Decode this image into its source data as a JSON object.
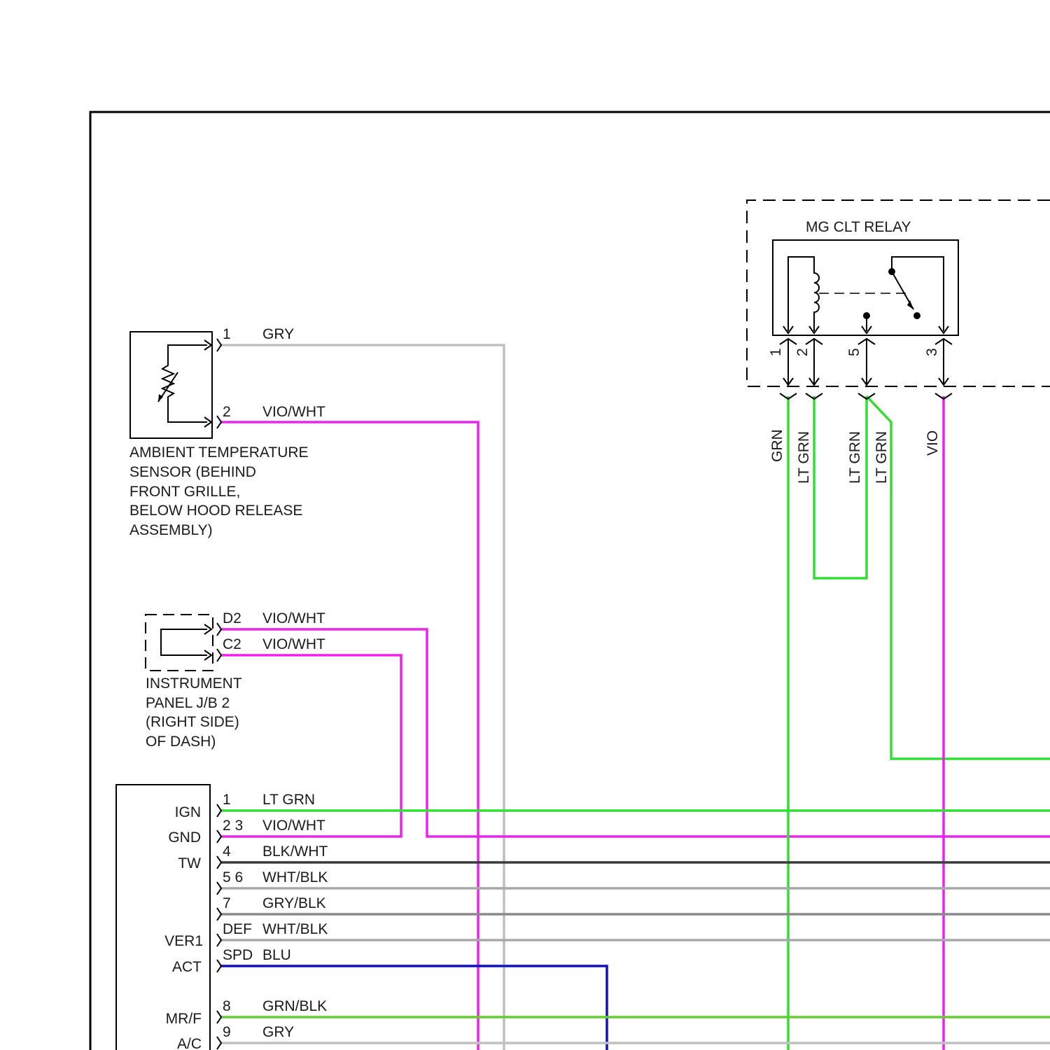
{
  "colors": {
    "gry": "#c0c0c0",
    "vio": "#ee22ee",
    "lt_grn": "#33dd33",
    "blk_wht": "#3a3a3a",
    "wht_blk": "#a8a8a8",
    "gry_blk": "#8a8a8a",
    "blu": "#1111bb",
    "grn_blk": "#66cc33"
  },
  "relay": {
    "title": "MG CLT RELAY",
    "pins": [
      "1",
      "2",
      "5",
      "3"
    ],
    "wire_labels": [
      "GRN",
      "LT GRN",
      "LT GRN",
      "LT GRN",
      "VIO"
    ]
  },
  "ambient_sensor": {
    "pins": [
      "1",
      "2"
    ],
    "wires": [
      "GRY",
      "VIO/WHT"
    ],
    "caption": [
      "AMBIENT TEMPERATURE",
      "SENSOR (BEHIND",
      "FRONT GRILLE,",
      "BELOW HOOD RELEASE",
      "ASSEMBLY)"
    ]
  },
  "instrument_panel": {
    "pins": [
      "D2",
      "C2"
    ],
    "wires": [
      "VIO/WHT",
      "VIO/WHT"
    ],
    "caption": [
      "INSTRUMENT",
      "PANEL J/B 2",
      "(RIGHT SIDE)",
      "OF DASH)"
    ]
  },
  "module": {
    "side_labels": [
      "IGN",
      "GND",
      "TW",
      "VER1",
      "ACT",
      "MR/F",
      "A/C"
    ],
    "pins": [
      "1",
      "2 3",
      "4",
      "5 6",
      "7",
      "DEF",
      "SPD",
      "8",
      "9"
    ],
    "wires": [
      "LT GRN",
      "VIO/WHT",
      "BLK/WHT",
      "WHT/BLK",
      "GRY/BLK",
      "WHT/BLK",
      "BLU",
      "GRN/BLK",
      "GRY"
    ]
  }
}
